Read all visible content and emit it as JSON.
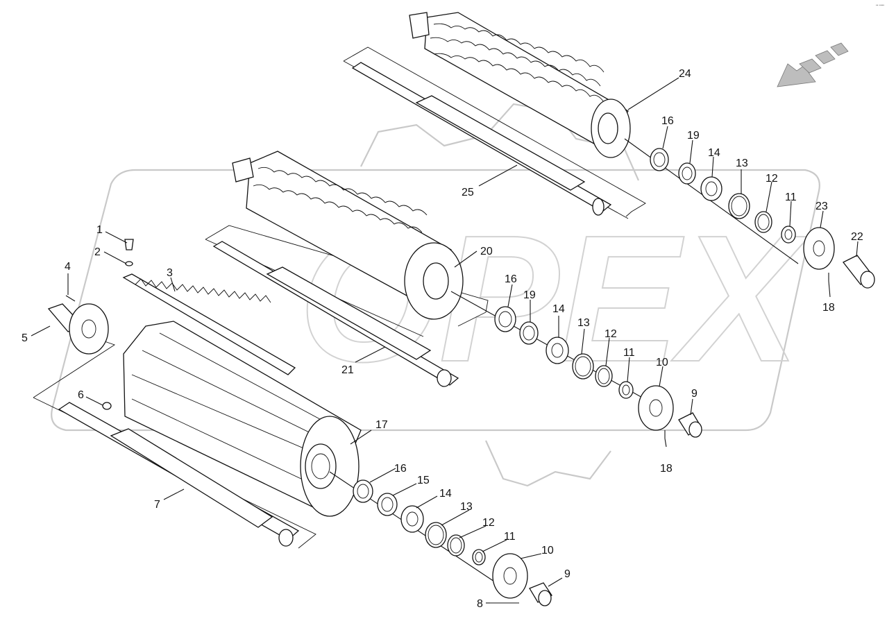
{
  "diagram": {
    "corner_mark": "▪▪ ▪▪▪▪",
    "watermark_text": "OPEX",
    "callouts": {
      "c1": "1",
      "c2": "2",
      "c3": "3",
      "c4": "4",
      "c5": "5",
      "c6": "6",
      "c7": "7",
      "c8": "8",
      "c9a": "9",
      "c9b": "9",
      "c10a": "10",
      "c10b": "10",
      "c11a": "11",
      "c11b": "11",
      "c11c": "11",
      "c12a": "12",
      "c12b": "12",
      "c12c": "12",
      "c13a": "13",
      "c13b": "13",
      "c13c": "13",
      "c14a": "14",
      "c14b": "14",
      "c14c": "14",
      "c15": "15",
      "c16a": "16",
      "c16b": "16",
      "c16c": "16",
      "c17": "17",
      "c18a": "18",
      "c18b": "18",
      "c19a": "19",
      "c19b": "19",
      "c20": "20",
      "c21": "21",
      "c22": "22",
      "c23": "23",
      "c24": "24",
      "c25": "25"
    }
  }
}
